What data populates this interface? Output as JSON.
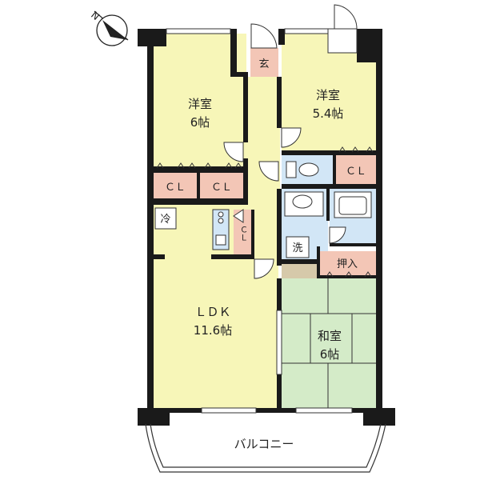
{
  "rooms": {
    "bedroom_left": {
      "name": "洋室",
      "size": "6帖"
    },
    "bedroom_right": {
      "name": "洋室",
      "size": "5.4帖"
    },
    "ldk": {
      "name": "ＬＤＫ",
      "size": "11.6帖"
    },
    "washitsu": {
      "name": "和室",
      "size": "6帖"
    }
  },
  "labels": {
    "entrance": "玄",
    "closet_1": "ＣＬ",
    "closet_2": "ＣＬ",
    "closet_3": "ＣＬ",
    "closet_small": "ＣＬ",
    "fridge": "冷",
    "washer": "洗",
    "oshiire": "押入",
    "balcony": "バルコニー"
  },
  "colors": {
    "western_room": "#f7f6b8",
    "washitsu": "#d4ebc8",
    "wet_area": "#d2e6f6",
    "closet": "#f3c6b6",
    "entrance": "#f3c6b6",
    "tokonoma": "#d6c9aa",
    "wall": "#1a1a1a"
  },
  "compass": {
    "direction": "N"
  }
}
